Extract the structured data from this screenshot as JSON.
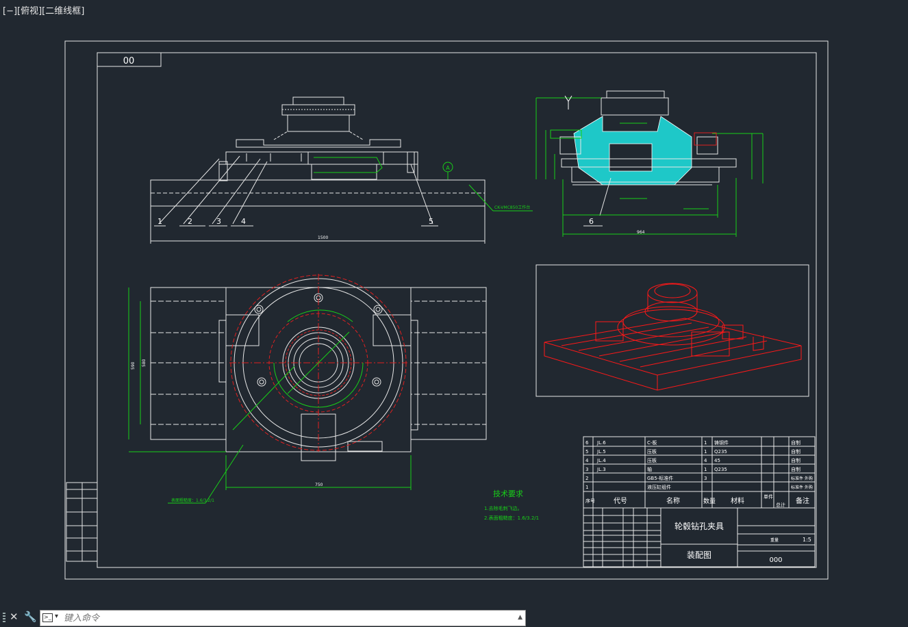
{
  "viewport": {
    "label": "[−][俯视][二维线框]"
  },
  "drawing": {
    "tag_box": "00",
    "title_main": "轮毂钻孔夹具",
    "title_sub": "装配图",
    "drawing_no": "000",
    "scale": "1:5",
    "tech_req": {
      "heading": "技术要求",
      "items": [
        "1.去除毛刺飞边。",
        "2.表面粗糙度：1.6/3.2/1"
      ]
    },
    "balloons": [
      "1",
      "2",
      "3",
      "4",
      "5",
      "6"
    ],
    "datum": "A",
    "dims": {
      "overall_length": "1500",
      "width_height": "590",
      "side_height": "580",
      "bottom_width": "750",
      "section_width": "964"
    },
    "leader_note": "CK-VMC850工作台",
    "roughness_note": "表面粗糙度：1.6/3.2/1",
    "bom": {
      "rows": [
        [
          "6",
          "JL.6",
          "C-板",
          "1",
          "铸钢件",
          "",
          "",
          "自制"
        ],
        [
          "5",
          "JL.5",
          "压板",
          "1",
          "Q235",
          "",
          "",
          "自制"
        ],
        [
          "4",
          "JL.4",
          "压板",
          "4",
          "45",
          "",
          "",
          "自制"
        ],
        [
          "3",
          "JL.3",
          "轴",
          "1",
          "Q235",
          "",
          "",
          "自制"
        ],
        [
          "2",
          "",
          "GB5-标准件",
          "3",
          "",
          "",
          "",
          "标准件 外购"
        ],
        [
          "1",
          "",
          "液压缸组件",
          "",
          "",
          "",
          "",
          "标准件 外购"
        ]
      ],
      "header": [
        "序号",
        "代号",
        "名称",
        "数量",
        "材料",
        "单件",
        "总计",
        "备注"
      ],
      "weight_label": "重量"
    }
  },
  "command_line": {
    "placeholder": "键入命令"
  }
}
